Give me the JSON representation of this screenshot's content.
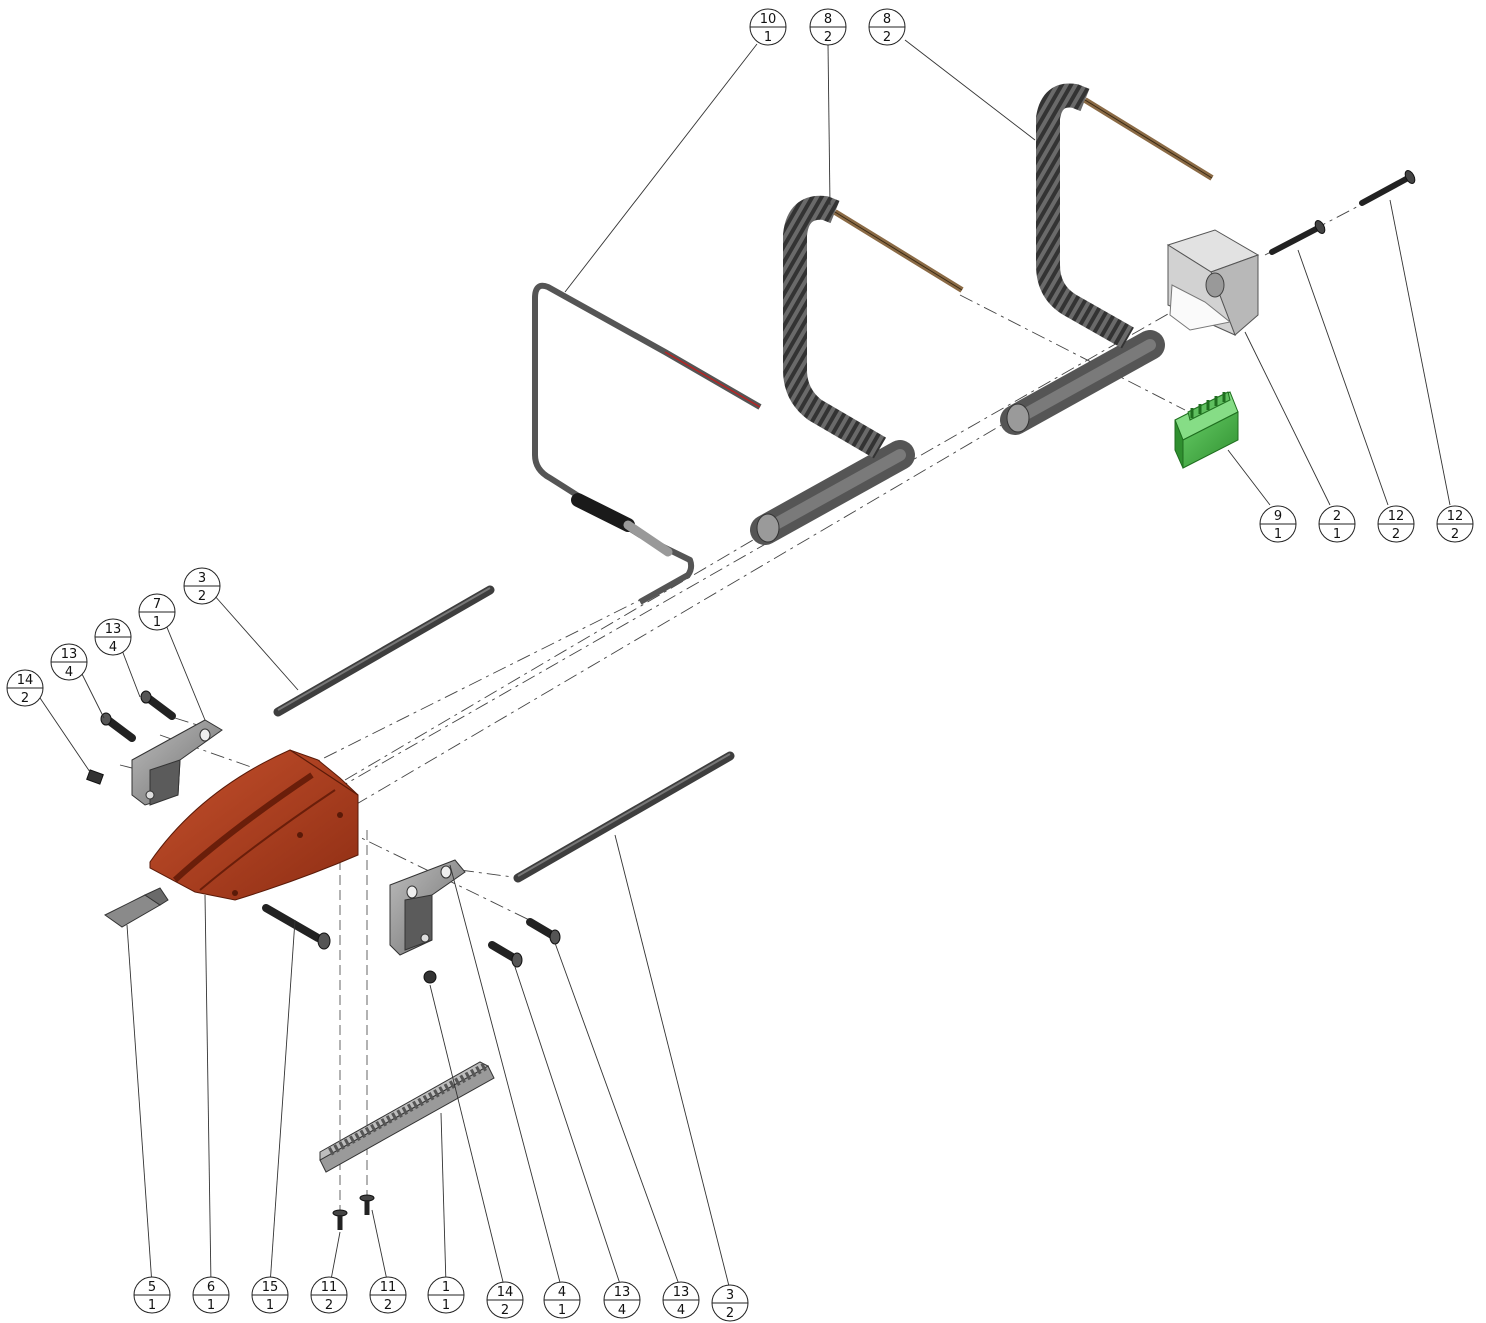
{
  "colors": {
    "body_red": "#b4401f",
    "body_red_dark": "#7a2210",
    "metal": "#9a9a9a",
    "metal_dark": "#4a4a4a",
    "screw": "#2e2e2e",
    "connector_green": "#3fae3f",
    "heater_coil": "#5a5a5a",
    "wire_brown": "#8a6a45"
  },
  "balloons": [
    {
      "id": "b-10-1",
      "item": "10",
      "qty": "1"
    },
    {
      "id": "b-8-2-a",
      "item": "8",
      "qty": "2"
    },
    {
      "id": "b-8-2-b",
      "item": "8",
      "qty": "2"
    },
    {
      "id": "b-9-1",
      "item": "9",
      "qty": "1"
    },
    {
      "id": "b-2-1",
      "item": "2",
      "qty": "1"
    },
    {
      "id": "b-12-2-a",
      "item": "12",
      "qty": "2"
    },
    {
      "id": "b-12-2-b",
      "item": "12",
      "qty": "2"
    },
    {
      "id": "b-3-2-top",
      "item": "3",
      "qty": "2"
    },
    {
      "id": "b-7-1",
      "item": "7",
      "qty": "1"
    },
    {
      "id": "b-13-4-a",
      "item": "13",
      "qty": "4"
    },
    {
      "id": "b-13-4-b",
      "item": "13",
      "qty": "4"
    },
    {
      "id": "b-14-2-top",
      "item": "14",
      "qty": "2"
    },
    {
      "id": "b-5-1",
      "item": "5",
      "qty": "1"
    },
    {
      "id": "b-6-1",
      "item": "6",
      "qty": "1"
    },
    {
      "id": "b-15-1",
      "item": "15",
      "qty": "1"
    },
    {
      "id": "b-11-2-a",
      "item": "11",
      "qty": "2"
    },
    {
      "id": "b-11-2-b",
      "item": "11",
      "qty": "2"
    },
    {
      "id": "b-1-1",
      "item": "1",
      "qty": "1"
    },
    {
      "id": "b-14-2-bot",
      "item": "14",
      "qty": "2"
    },
    {
      "id": "b-4-1",
      "item": "4",
      "qty": "1"
    },
    {
      "id": "b-13-4-c",
      "item": "13",
      "qty": "4"
    },
    {
      "id": "b-13-4-d",
      "item": "13",
      "qty": "4"
    },
    {
      "id": "b-3-2-bot",
      "item": "3",
      "qty": "2"
    }
  ]
}
